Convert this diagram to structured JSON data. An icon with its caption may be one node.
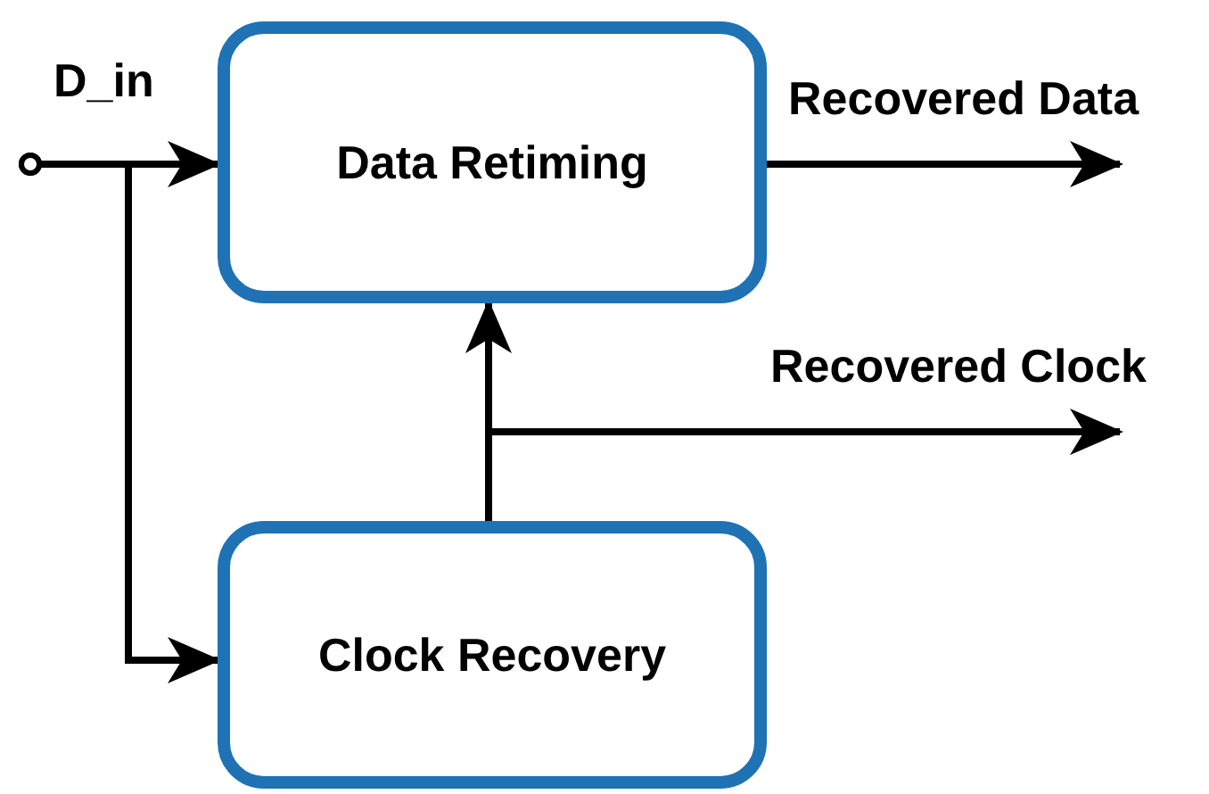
{
  "diagram": {
    "nodes": [
      {
        "text": [
          "D_in"
        ]
      },
      {
        "text": [
          "Data Retiming"
        ]
      },
      {
        "text": [
          "Clock Recovery"
        ]
      }
    ],
    "edges": [
      {
        "from": 0,
        "to": 1,
        "arrow": "to"
      },
      {
        "from": 0,
        "to": 2,
        "arrow": "to"
      },
      {
        "from": 2,
        "to": 1,
        "arrow": "to"
      },
      {
        "from": 1,
        "to": null,
        "arrow": "to",
        "label": "Recovered Data"
      },
      {
        "from": 2,
        "to": null,
        "arrow": "to",
        "label": "Recovered Clock"
      }
    ]
  }
}
